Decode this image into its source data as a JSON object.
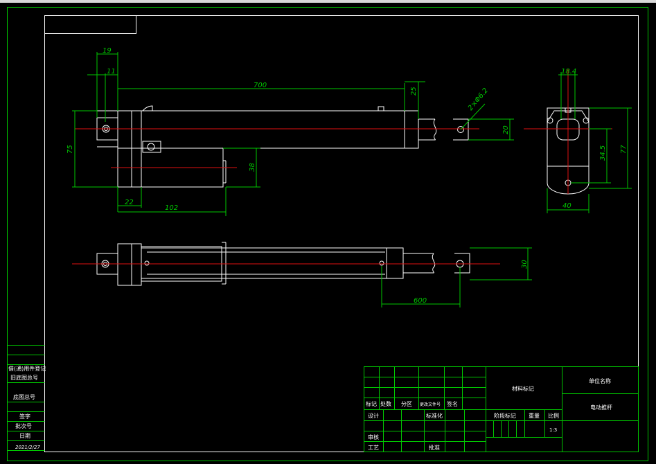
{
  "drawing": {
    "dims": {
      "d19": "19",
      "d11": "11",
      "d700": "700",
      "d25": "25",
      "hole": "2×Φ6.2",
      "d20": "20",
      "d75": "75",
      "d38": "38",
      "d22": "22",
      "d102": "102",
      "d30": "30",
      "d600": "600",
      "d18_4": "18.4",
      "d34_5": "34.5",
      "d77": "77",
      "d40": "40"
    },
    "left_strip": {
      "r1": "借(通)用件登记",
      "r2": "旧底图总号",
      "r3": "底图总号",
      "r4": "签字",
      "r5": "批次号",
      "r6": "日期",
      "r7": "2021/2/27"
    },
    "title_block": {
      "biaoji": "标记",
      "chushu": "处数",
      "fenqu": "分区",
      "gengai": "更改文件号",
      "qianming": "签名",
      "sheji": "设计",
      "biaozhunhua": "标准化",
      "shenhe": "审核",
      "gongyi": "工艺",
      "pizhun": "批准",
      "cailiao": "材料标记",
      "jieduan": "阶段标记",
      "zhongliang": "重量",
      "bili": "比例",
      "bili_value": "1:3",
      "danwei": "单位名称",
      "name": "电动推杆"
    }
  }
}
